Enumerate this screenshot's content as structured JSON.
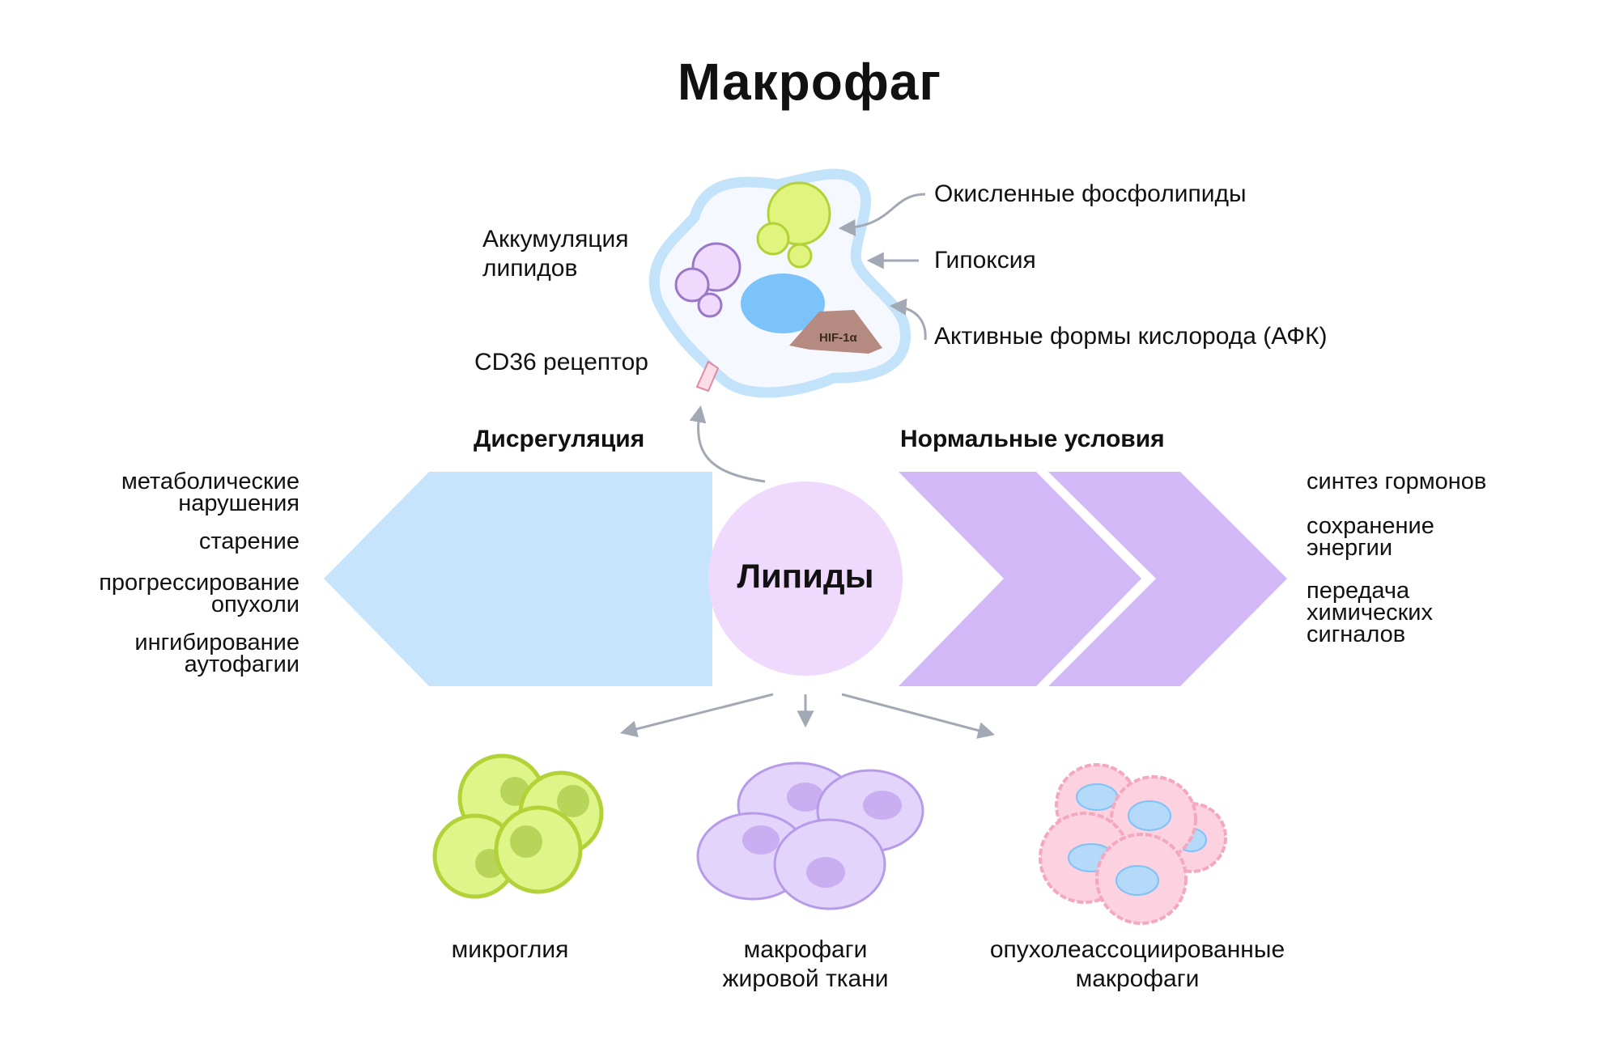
{
  "title": "Макрофаг",
  "center_label": "Липиды",
  "macrophage": {
    "accumulation": "Аккумуляция\nлипидов",
    "cd36": "CD36 рецептор",
    "hif": "HIF-1α",
    "oxidized": "Окисленные фосфолипиды",
    "hypoxia": "Гипоксия",
    "ros": "Активные формы кислорода (АФК)"
  },
  "left_header": "Дисрегуляция",
  "right_header": "Нормальные условия",
  "left_items": [
    "метаболические\nнарушения",
    "старение",
    "прогрессирование\nопухоли",
    "ингибирование\nаутофагии"
  ],
  "right_items": [
    "синтез гормонов",
    "сохранение\nэнергии",
    "передача\nхимических\nсигналов"
  ],
  "cell_types": [
    "микроглия",
    "макрофаги\nжировой ткани",
    "опухолеассоциированные\nмакрофаги"
  ],
  "colors": {
    "dysregulation": "#c6e4fb",
    "normal": "#d2b8f7",
    "lipid_circle": "#efd9fd",
    "nucleus": "#7cc2fb",
    "cell_outline": "#c3e3fa",
    "microglia": "#dff58a",
    "adipose": "#e3d4fb",
    "tumor": "#fcd2e0",
    "arrow": "#a3a9b4"
  }
}
